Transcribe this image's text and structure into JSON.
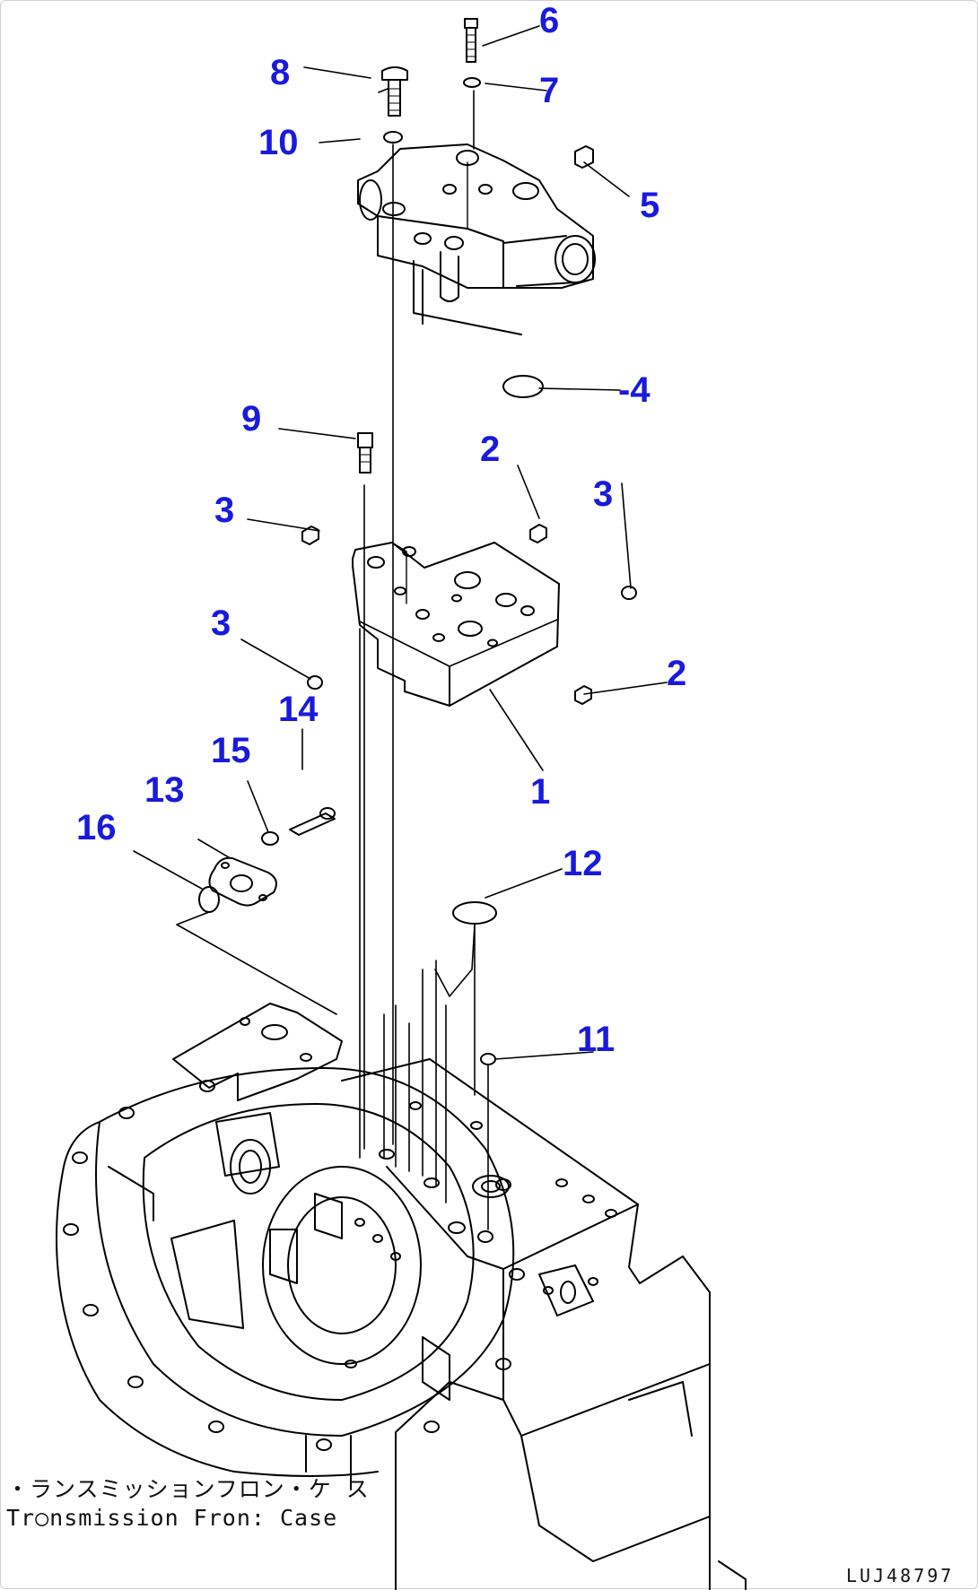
{
  "callouts": {
    "c1": "1",
    "c2a": "2",
    "c2b": "2",
    "c3a": "3",
    "c3b": "3",
    "c3c": "3",
    "c4": "-4",
    "c5": "5",
    "c6": "6",
    "c7": "7",
    "c8": "8",
    "c9": "9",
    "c10": "10",
    "c11": "11",
    "c12": "12",
    "c13": "13",
    "c14": "14",
    "c15": "15",
    "c16": "16"
  },
  "caption": {
    "japanese": "・ランスミッションフロン・ケ ス",
    "english": "Tr○nsmission Fron: Case"
  },
  "figure_code": "LUJ48797",
  "colors": {
    "callout": "#1a1adc",
    "line": "#000000"
  }
}
